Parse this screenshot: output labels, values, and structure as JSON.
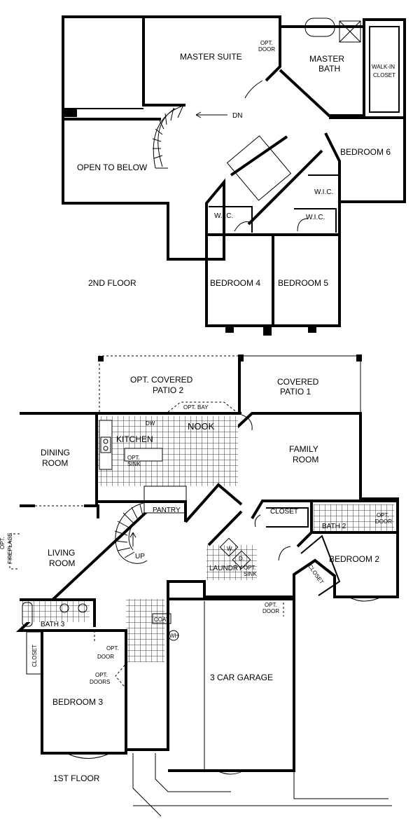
{
  "floors": {
    "second": {
      "title": "2ND FLOOR",
      "rooms": {
        "master_suite": "MASTER SUITE",
        "master_bath": [
          "MASTER",
          "BATH"
        ],
        "walk_in_closet": [
          "WALK-IN",
          "CLOSET"
        ],
        "opt_door": [
          "OPT.",
          "DOOR"
        ],
        "dn": "DN",
        "open_to_below": "OPEN TO BELOW",
        "bedroom6": "BEDROOM 6",
        "wic_a": "W.I.C.",
        "wic_b": "W.I.C.",
        "wic_c": "W.I.C.",
        "bedroom4": "BEDROOM 4",
        "bedroom5": "BEDROOM 5"
      }
    },
    "first": {
      "title": "1ST FLOOR",
      "rooms": {
        "opt_covered_patio2": [
          "OPT. COVERED",
          "PATIO 2"
        ],
        "covered_patio1": [
          "COVERED",
          "PATIO 1"
        ],
        "opt_bay": "OPT. BAY",
        "nook": "NOOK",
        "dw": "DW",
        "kitchen": "KITCHEN",
        "opt_sink": [
          "OPT.",
          "SINK"
        ],
        "dining_room": [
          "DINING",
          "ROOM"
        ],
        "family_room": [
          "FAMILY",
          "ROOM"
        ],
        "pantry": "PANTRY",
        "closet_a": "CLOSET",
        "bath2": "BATH 2",
        "opt_door_bath2": [
          "OPT.",
          "DOOR"
        ],
        "living_room": [
          "LIVING",
          "ROOM"
        ],
        "up": "UP",
        "opt_fireplace": [
          "OPT.",
          "FIREPLACE"
        ],
        "w": "W.",
        "d": "D.",
        "laundry": "LAUNDRY",
        "opt_sink_laundry": [
          "OPT.",
          "SINK"
        ],
        "bedroom2": "BEDROOM 2",
        "closet_b": "CLOSET",
        "opt_door_garage": [
          "OPT.",
          "DOOR"
        ],
        "coat": "COAT",
        "wh": "WH",
        "bath3": "BATH 3",
        "closet_c": "CLOSET",
        "opt_door_bed3": [
          "OPT.",
          "DOOR"
        ],
        "opt_doors": [
          "OPT.",
          "DOORS"
        ],
        "bedroom3": "BEDROOM 3",
        "garage": "3 CAR GARAGE"
      }
    }
  }
}
